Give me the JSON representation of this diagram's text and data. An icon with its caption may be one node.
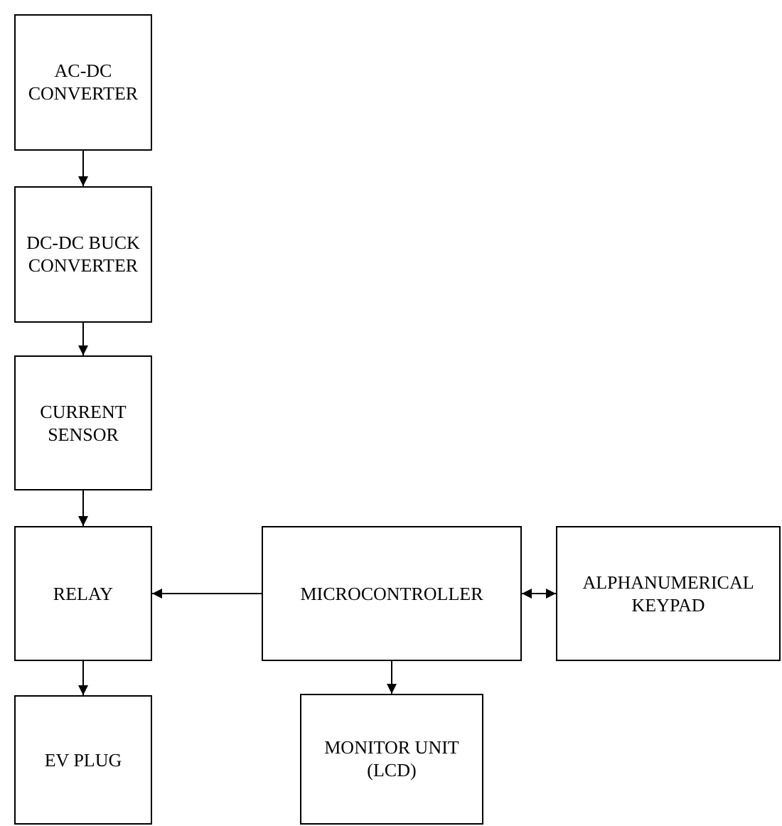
{
  "diagram": {
    "nodes": [
      {
        "text": [
          "AC-DC CONVERTER"
        ]
      },
      {
        "text": [
          "DC-DC BUCK CONVERTER"
        ]
      },
      {
        "text": [
          "CURRENT SENSOR"
        ]
      },
      {
        "text": [
          "RELAY"
        ]
      },
      {
        "text": [
          "MICROCONTROLLER"
        ]
      },
      {
        "text": [
          "ALPHANUMERICAL KEYPAD"
        ]
      },
      {
        "text": [
          "EV PLUG"
        ]
      },
      {
        "text": [
          "MONITOR UNIT (LCD)"
        ]
      }
    ],
    "edges": [
      {
        "from": 0,
        "to": 1,
        "arrow": "to"
      },
      {
        "from": 1,
        "to": 2,
        "arrow": "to"
      },
      {
        "from": 2,
        "to": 3,
        "arrow": "to"
      },
      {
        "from": 4,
        "to": 3,
        "arrow": "to"
      },
      {
        "from": 4,
        "to": 5,
        "arrow": "both"
      },
      {
        "from": 3,
        "to": 6,
        "arrow": "to"
      },
      {
        "from": 4,
        "to": 7,
        "arrow": "to"
      }
    ]
  }
}
